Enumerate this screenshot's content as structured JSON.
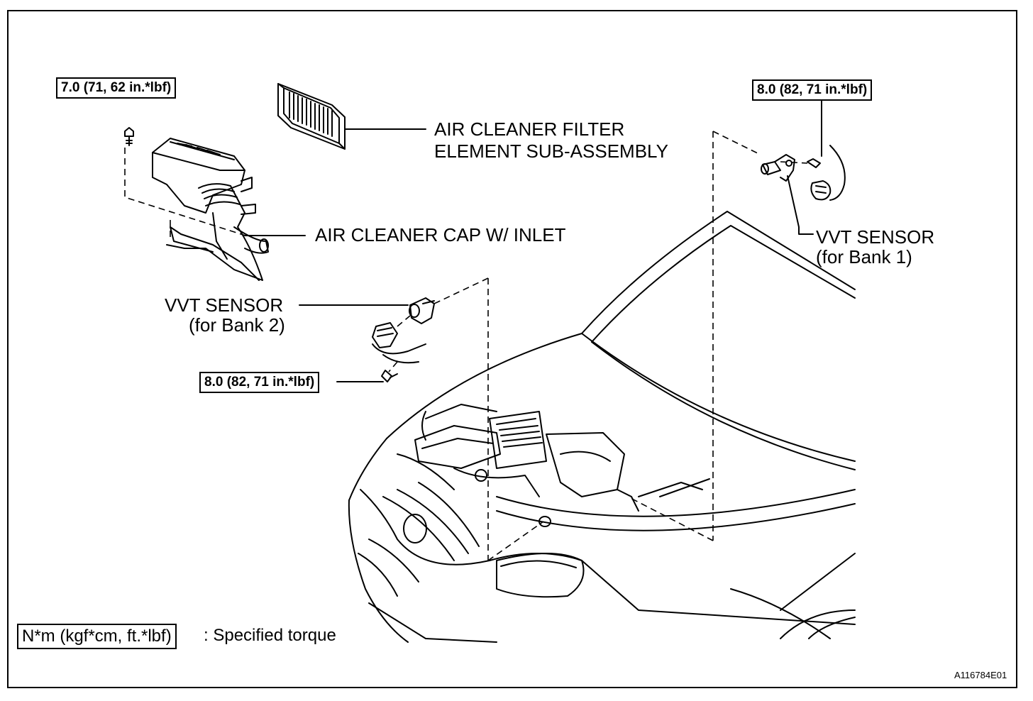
{
  "torques": {
    "air_cleaner_bolt": "7.0 (71, 62 in.*lbf)",
    "vvt_bank1_bolt": "8.0 (82, 71 in.*lbf)",
    "vvt_bank2_bolt": "8.0 (82, 71 in.*lbf)"
  },
  "labels": {
    "filter_line1": "AIR CLEANER FILTER",
    "filter_line2": "ELEMENT SUB-ASSEMBLY",
    "cap": "AIR CLEANER CAP W/ INLET",
    "vvt_bank1_line1": "VVT SENSOR",
    "vvt_bank1_line2": "(for Bank 1)",
    "vvt_bank2_line1": "VVT SENSOR",
    "vvt_bank2_line2": "(for Bank 2)"
  },
  "legend": {
    "unit": "N*m (kgf*cm, ft.*lbf)",
    "description": ": Specified torque"
  },
  "figure_id": "A116784E01"
}
